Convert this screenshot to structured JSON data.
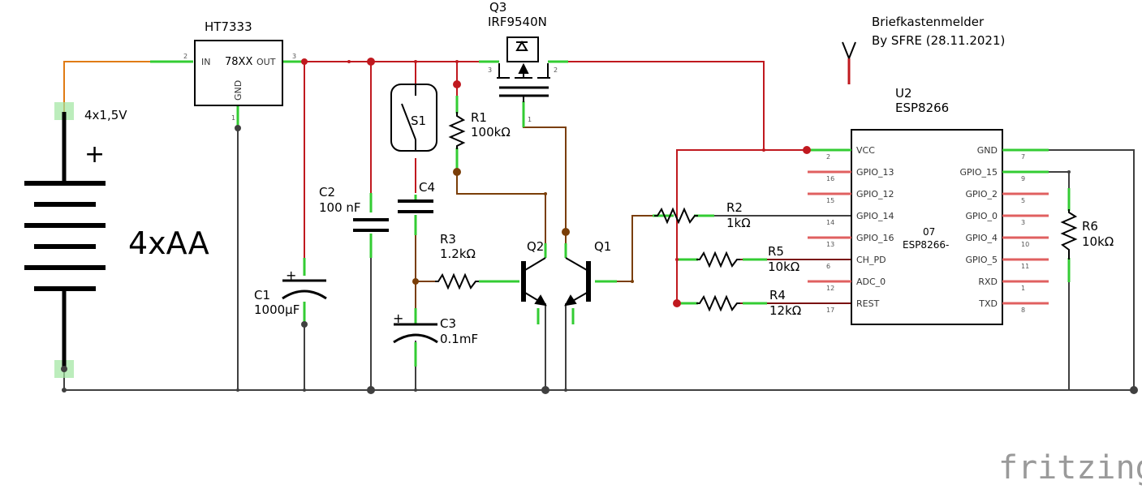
{
  "header": {
    "title": "Briefkastenmelder",
    "author": "By SFRE (28.11.2021)"
  },
  "battery": {
    "name": "4xAA",
    "voltage": "4x1,5V",
    "plus": "+"
  },
  "regulator": {
    "ref": "HT7333",
    "type": "78XX",
    "pin_in": "IN",
    "pin_out": "OUT",
    "pin_gnd": "GND"
  },
  "q3": {
    "ref": "Q3",
    "part": "IRF9540N"
  },
  "r1": {
    "ref": "R1",
    "value": "100kΩ"
  },
  "s1": {
    "ref": "S1"
  },
  "c1": {
    "ref": "C1",
    "value": "1000µF",
    "plus": "+"
  },
  "c2": {
    "ref": "C2",
    "value": "100 nF"
  },
  "c3": {
    "ref": "C3",
    "value": "0.1mF",
    "plus": "+"
  },
  "c4": {
    "ref": "C4"
  },
  "r2": {
    "ref": "R2",
    "value": "1kΩ"
  },
  "r3": {
    "ref": "R3",
    "value": "1.2kΩ"
  },
  "r4": {
    "ref": "R4",
    "value": "12kΩ"
  },
  "r5": {
    "ref": "R5",
    "value": "10kΩ"
  },
  "r6": {
    "ref": "R6",
    "value": "10kΩ"
  },
  "q1": {
    "ref": "Q1"
  },
  "q2": {
    "ref": "Q2"
  },
  "u2": {
    "ref": "U2",
    "part": "ESP8266",
    "body_line1": "07",
    "body_line2": "ESP8266-",
    "left_pins": [
      {
        "name": "VCC",
        "num": "2"
      },
      {
        "name": "GPIO_13",
        "num": "16"
      },
      {
        "name": "GPIO_12",
        "num": "15"
      },
      {
        "name": "GPIO_14",
        "num": "14"
      },
      {
        "name": "GPIO_16",
        "num": "13"
      },
      {
        "name": "CH_PD",
        "num": "6"
      },
      {
        "name": "ADC_0",
        "num": "12"
      },
      {
        "name": "REST",
        "num": "17"
      }
    ],
    "right_pins": [
      {
        "name": "GND",
        "num": "7"
      },
      {
        "name": "GPIO_15",
        "num": "9"
      },
      {
        "name": "GPIO_2",
        "num": "5"
      },
      {
        "name": "GPIO_0",
        "num": "3"
      },
      {
        "name": "GPIO_4",
        "num": "10"
      },
      {
        "name": "GPIO_5",
        "num": "11"
      },
      {
        "name": "RXD",
        "num": "1"
      },
      {
        "name": "TXD",
        "num": "8"
      }
    ]
  },
  "pin_numbers": {
    "one": "1",
    "two": "2",
    "three": "3"
  },
  "branding": {
    "logo": "fritzing"
  },
  "colors": {
    "power": "#c0191f",
    "ground": "#404040",
    "input": "#e07b14",
    "signal": "#7a3e08",
    "pin_ok": "#33cc33",
    "pin_unconnected": "#e06060"
  }
}
